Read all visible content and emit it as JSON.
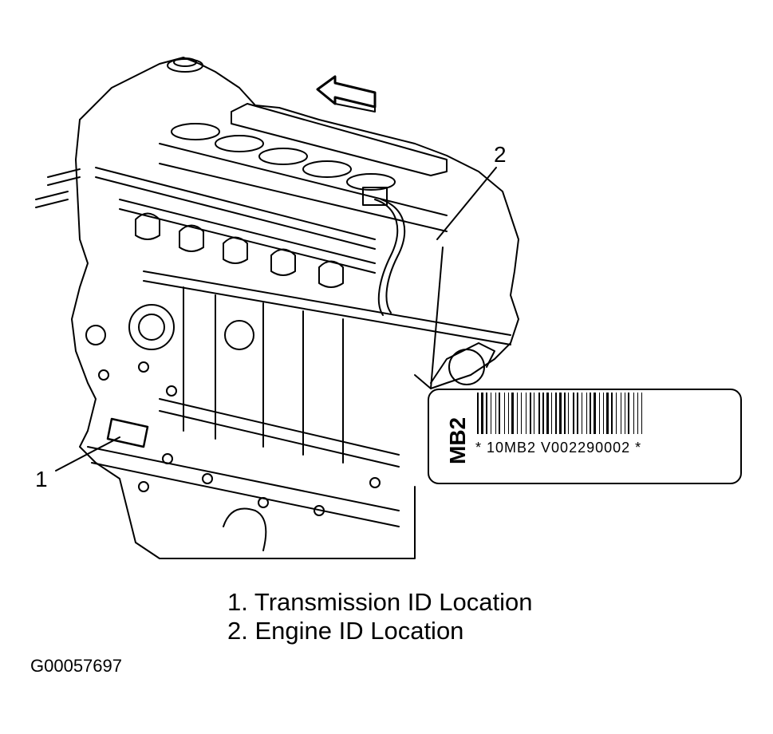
{
  "callouts": {
    "one": "1",
    "two": "2"
  },
  "legend": {
    "items": [
      "1. Transmission ID Location",
      "2. Engine ID Location"
    ]
  },
  "id_label": {
    "code": "MB2",
    "serial": "* 10MB2  V002290002 *"
  },
  "figure_id": "G00057697",
  "icons": {
    "direction_arrow": "arrow-left-icon"
  }
}
